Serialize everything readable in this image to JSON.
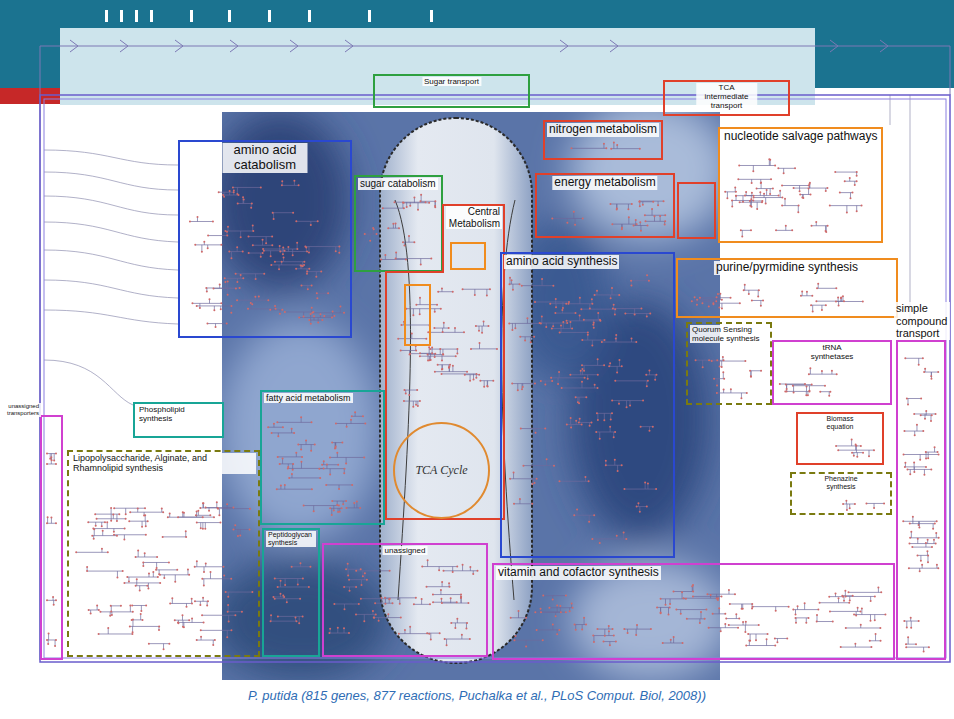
{
  "diagram": {
    "caption": "P. putida (815 genes, 877 reactions, Puchalka et al., PLoS Comput. Biol, 2008))",
    "nodes": [
      {
        "text": [
          "Sugar transport"
        ]
      },
      {
        "text": [
          "TCA intermediate transport"
        ]
      },
      {
        "text": [
          "amino acid catabolism"
        ]
      },
      {
        "text": [
          "sugar catabolism"
        ]
      },
      {
        "text": [
          "Central Metabolism"
        ]
      },
      {
        "text": [
          "TCA Cycle"
        ],
        "in": 4
      },
      {
        "text": [
          "nitrogen metabolism"
        ]
      },
      {
        "text": [
          "energy metabolism"
        ]
      },
      {
        "text": [
          "nucleotide salvage pathways"
        ]
      },
      {
        "text": [
          "amino acid synthesis"
        ]
      },
      {
        "text": [
          "purine/pyrmidine synthesis"
        ]
      },
      {
        "text": [
          "simple compound transport"
        ]
      },
      {
        "text": [
          "Quorum Sensing molecule synthesis"
        ]
      },
      {
        "text": [
          "tRNA synthetases"
        ]
      },
      {
        "text": [
          "Biomass equation"
        ]
      },
      {
        "text": [
          "Phenazine synthesis"
        ]
      },
      {
        "text": [
          "Phospholipid synthesis"
        ]
      },
      {
        "text": [
          "fatty acid metabolism"
        ]
      },
      {
        "text": [
          "Lipopolysaccharide, Alginate, and Rhamnolipid synthesis"
        ]
      },
      {
        "text": [
          "Peptidoglycan synthesis"
        ]
      },
      {
        "text": [
          "unassigned"
        ]
      },
      {
        "text": [
          "vitamin and cofactor synthesis"
        ]
      },
      {
        "text": [
          "unassigned transporters"
        ]
      }
    ]
  }
}
